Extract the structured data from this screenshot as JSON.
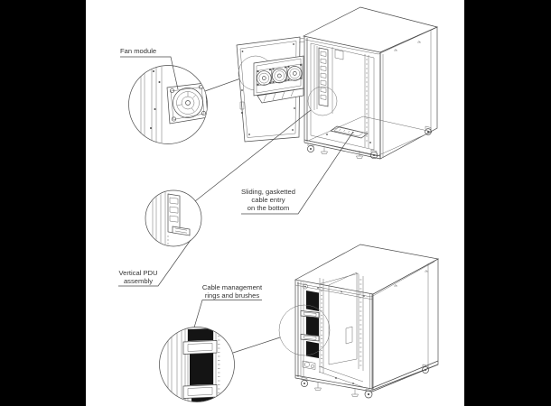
{
  "figure": {
    "type": "technical-line-drawing",
    "subject": "server rack cabinet feature callouts",
    "background": "#ffffff",
    "pillarbox_color": "#000000",
    "line_color": "#4a4a4a",
    "text_color": "#333333",
    "brush_panel_color": "#141414"
  },
  "labels": {
    "fan_module": {
      "text": "Fan module"
    },
    "vertical_pdu": {
      "line1": "Vertical PDU",
      "line2": "assembly"
    },
    "sliding_cable_entry": {
      "line1": "Sliding, gasketted",
      "line2": "cable entry",
      "line3": "on the bottom"
    },
    "cable_management": {
      "line1": "Cable management",
      "line2": "rings and brushes"
    }
  },
  "icons": {
    "fan_callout": "magnifier-circle-fan-detail",
    "pdu_callout": "magnifier-circle-pdu-detail",
    "rings_callout": "magnifier-circle-cable-rings-detail"
  }
}
